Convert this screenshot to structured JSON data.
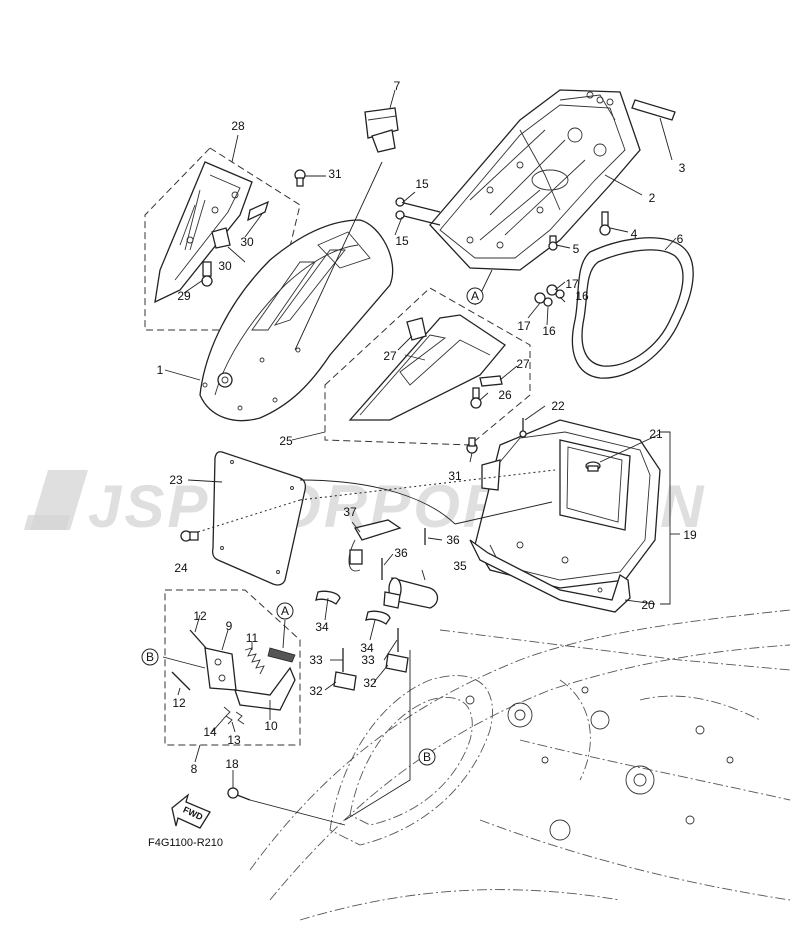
{
  "watermark": "JSP CORPORATION",
  "figure_code": "F4G1100-R210",
  "fwd_label": "FWD",
  "callouts": {
    "c1": "1",
    "c2": "2",
    "c3": "3",
    "c4": "4",
    "c5": "5",
    "c6": "6",
    "c7": "7",
    "c8": "8",
    "c9": "9",
    "c10": "10",
    "c11": "11",
    "c12a": "12",
    "c12b": "12",
    "c13": "13",
    "c14": "14",
    "c15a": "15",
    "c15b": "15",
    "c16a": "16",
    "c16b": "16",
    "c17a": "17",
    "c17b": "17",
    "c18": "18",
    "c19": "19",
    "c20": "20",
    "c21": "21",
    "c22": "22",
    "c23": "23",
    "c24": "24",
    "c25": "25",
    "c26": "26",
    "c27a": "27",
    "c27b": "27",
    "c28": "28",
    "c29": "29",
    "c30a": "30",
    "c30b": "30",
    "c31a": "31",
    "c31b": "31",
    "c32a": "32",
    "c32b": "32",
    "c33a": "33",
    "c33b": "33",
    "c34a": "34",
    "c34b": "34",
    "c35": "35",
    "c36a": "36",
    "c36b": "36",
    "c37": "37"
  },
  "refs": {
    "A1": "A",
    "A2": "A",
    "B1": "B",
    "B2": "B"
  }
}
